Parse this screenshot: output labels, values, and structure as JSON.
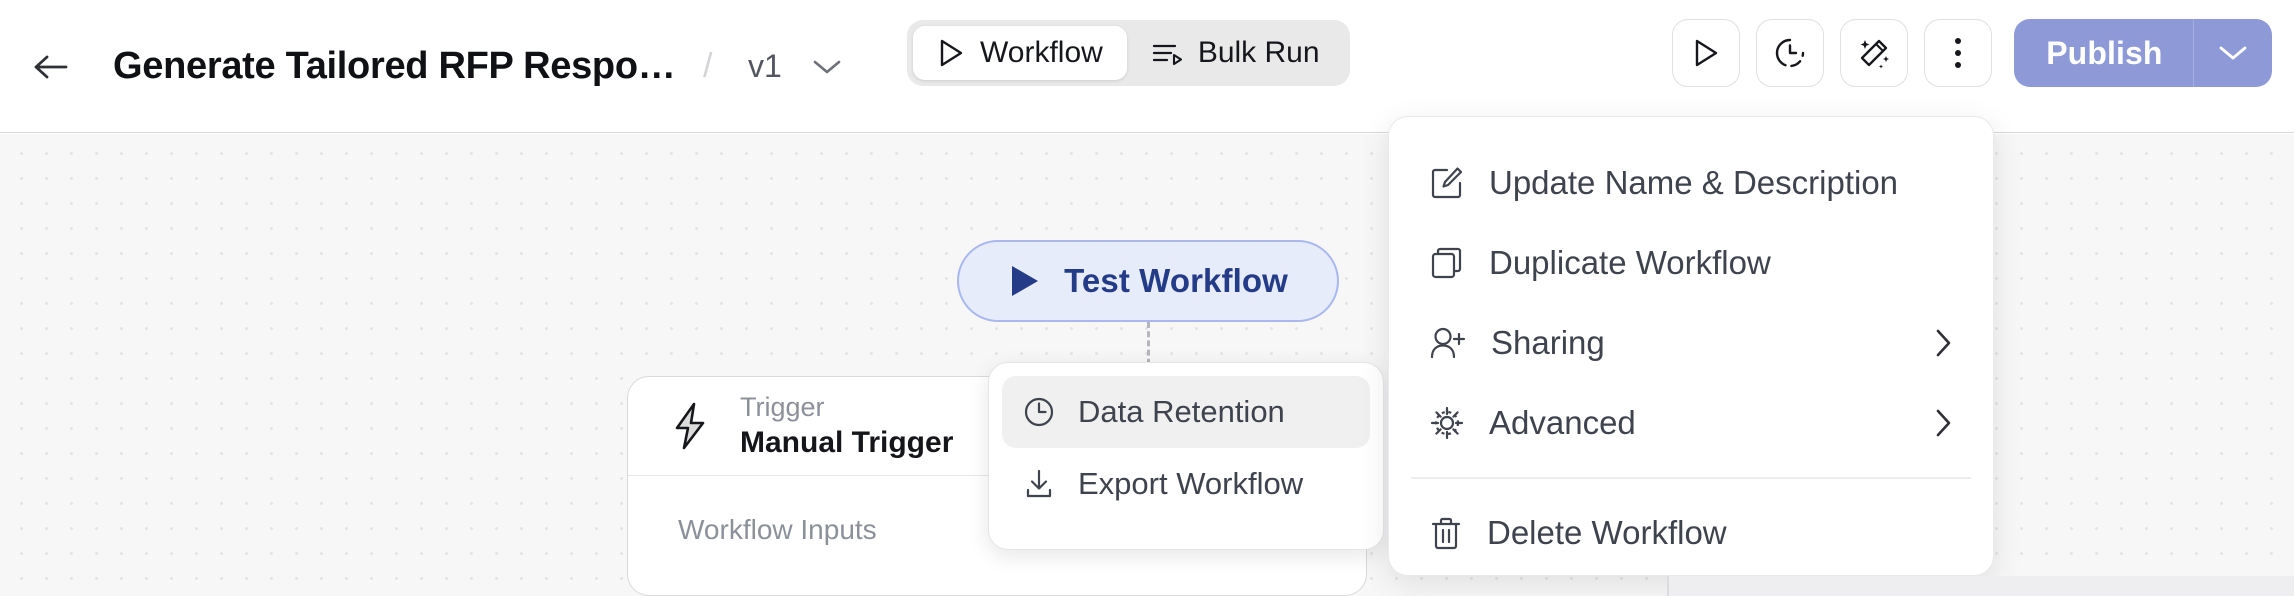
{
  "header": {
    "back_icon": "arrow-left-icon",
    "title": "Generate Tailored RFP Respo…",
    "separator": "/",
    "version": "v1",
    "version_caret_icon": "chevron-down-icon",
    "tabs": [
      {
        "label": "Workflow",
        "icon": "play-outline-icon",
        "active": true
      },
      {
        "label": "Bulk Run",
        "icon": "list-run-icon",
        "active": false
      }
    ],
    "toolbar": [
      {
        "name": "run-button",
        "icon": "play-outline-icon"
      },
      {
        "name": "schedule-button",
        "icon": "clock-timer-icon"
      },
      {
        "name": "magic-button",
        "icon": "magic-wand-icon"
      },
      {
        "name": "more-options-button",
        "icon": "kebab-menu-icon"
      }
    ],
    "publish": {
      "label": "Publish",
      "caret_icon": "chevron-down-icon",
      "color": "#8e9ad7",
      "text_color": "#ffffff"
    }
  },
  "canvas": {
    "test_workflow": {
      "label": "Test Workflow",
      "icon": "play-filled-icon",
      "bg": "#e7ecfb",
      "border": "#aab8ef",
      "text_color": "#243b87"
    },
    "trigger_node": {
      "icon": "lightning-bolt-icon",
      "kind": "Trigger",
      "name": "Manual Trigger",
      "section_label": "Workflow Inputs"
    }
  },
  "submenu": {
    "items": [
      {
        "label": "Data Retention",
        "icon": "clock-icon",
        "highlighted": true
      },
      {
        "label": "Export Workflow",
        "icon": "download-icon",
        "highlighted": false
      }
    ]
  },
  "menu": {
    "items": [
      {
        "label": "Update Name & Description",
        "icon": "edit-square-icon",
        "submenu": false
      },
      {
        "label": "Duplicate Workflow",
        "icon": "copy-icon",
        "submenu": false
      },
      {
        "label": "Sharing",
        "icon": "user-plus-icon",
        "submenu": true,
        "submenu_icon": "chevron-right-icon"
      },
      {
        "label": "Advanced",
        "icon": "gear-icon",
        "submenu": true,
        "submenu_icon": "chevron-right-icon"
      },
      {
        "label": "Delete Workflow",
        "icon": "trash-icon",
        "submenu": false
      }
    ]
  }
}
